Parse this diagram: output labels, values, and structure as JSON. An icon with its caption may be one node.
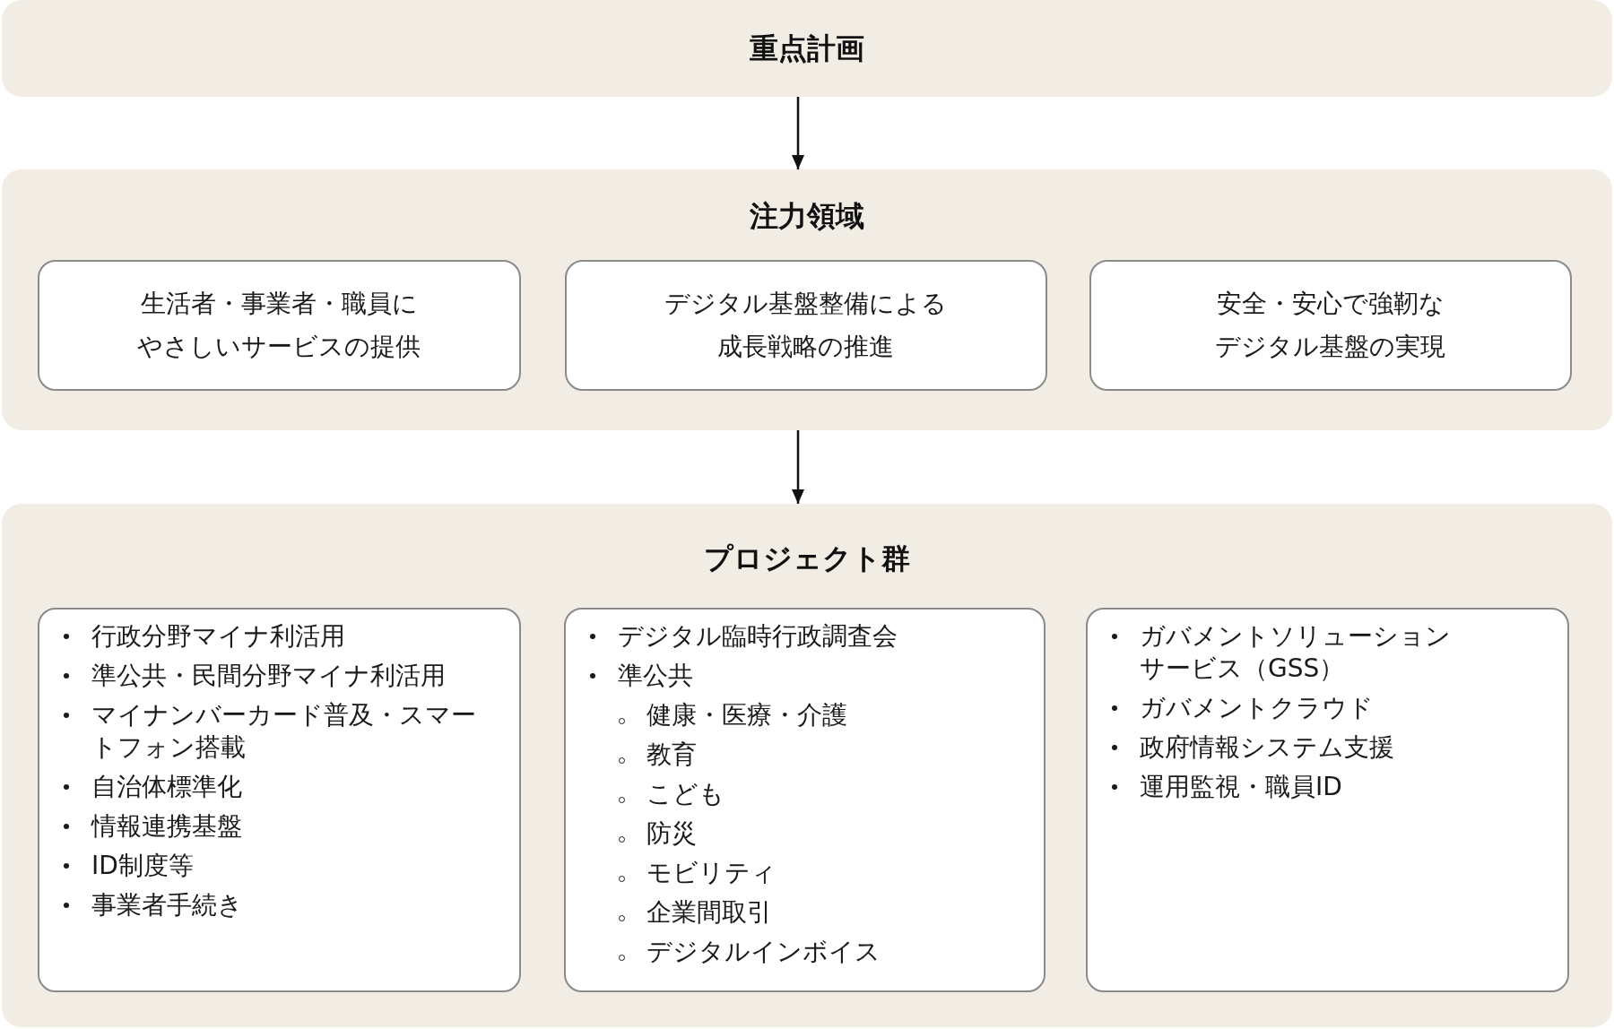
{
  "diagram": {
    "nodes": [
      {
        "text": [
          "重点計画"
        ]
      },
      {
        "text": [
          "注力領域"
        ]
      },
      {
        "text": [
          "生活者・事業者・職員にやさしいサービスの提供"
        ],
        "in": 1
      },
      {
        "text": [
          "デジタル基盤整備による成長戦略の推進"
        ],
        "in": 1
      },
      {
        "text": [
          "安全・安心で強靭なデジタル基盤の実現"
        ],
        "in": 1
      },
      {
        "text": [
          "プロジェクト群"
        ]
      },
      {
        "text": [
          "行政分野マイナ利活用",
          "準公共・民間分野マイナ利活用",
          "マイナンバーカード普及・スマートフォン搭載",
          "自治体標準化",
          "情報連携基盤",
          "ID制度等",
          "事業者手続き"
        ],
        "in": 5
      },
      {
        "text": [
          "デジタル臨時行政調査会",
          "準公共",
          "健康・医療・介護",
          "教育",
          "こども",
          "防災",
          "モビリティ",
          "企業間取引",
          "デジタルインボイス"
        ],
        "in": 5
      },
      {
        "text": [
          "ガバメントソリューションサービス（GSS）",
          "ガバメントクラウド",
          "政府情報システム支援",
          "運用監視・職員ID"
        ],
        "in": 5
      }
    ],
    "edges": [
      {
        "from": 0,
        "to": 1,
        "arrow": "to"
      },
      {
        "from": 1,
        "to": 5,
        "arrow": "to"
      }
    ]
  }
}
